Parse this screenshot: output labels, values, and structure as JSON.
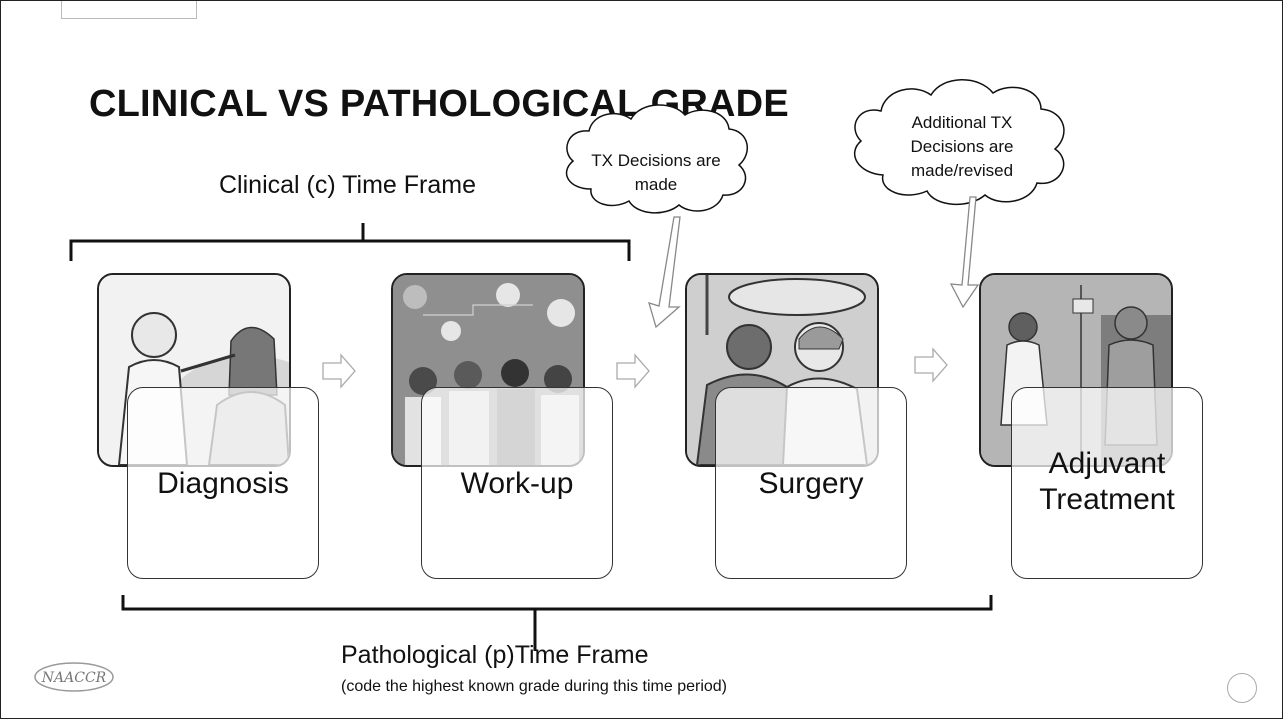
{
  "slide": {
    "title": "CLINICAL VS PATHOLOGICAL GRADE",
    "clinical_label": "Clinical (c) Time Frame",
    "pathological_label": "Pathological (p)Time Frame",
    "pathological_sub": "(code the highest known grade during this time period)",
    "logo_text": "NAACCR"
  },
  "clouds": [
    {
      "lines": [
        "TX Decisions are",
        "made"
      ]
    },
    {
      "lines": [
        "Additional TX",
        "Decisions are",
        "made/revised"
      ]
    }
  ],
  "steps": [
    {
      "label": "Diagnosis",
      "image": "doctor-examining-patient-image"
    },
    {
      "label": "Work-up",
      "image": "medical-team-image"
    },
    {
      "label": "Surgery",
      "image": "surgeons-operating-image"
    },
    {
      "label_lines": [
        "Adjuvant",
        "Treatment"
      ],
      "image": "nurse-infusion-image"
    }
  ],
  "icons": {
    "step_arrow": "chevron-right-arrow",
    "cloud_pointer": "down-arrow"
  }
}
